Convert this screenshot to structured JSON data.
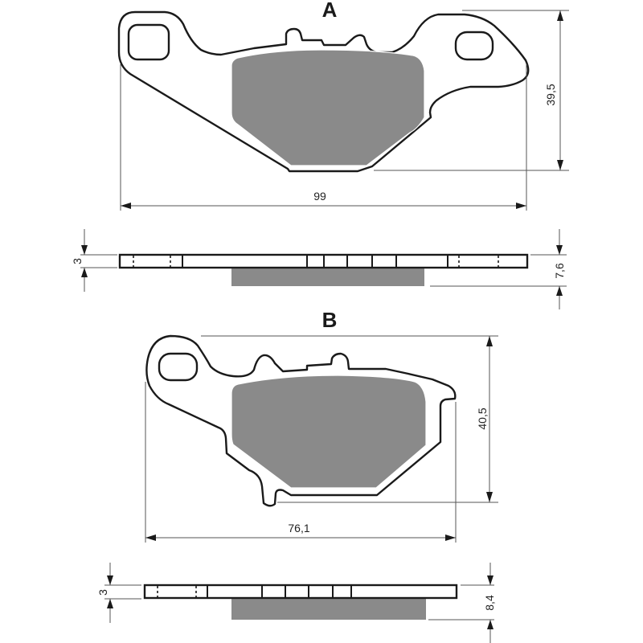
{
  "diagram": {
    "type": "technical-drawing",
    "subject": "brake pad dimensions",
    "colors": {
      "outline": "#1a1a1a",
      "friction": "#8a8a8a",
      "dimension": "#555555",
      "background": "#ffffff"
    },
    "pads": [
      {
        "label": "A",
        "front_view": {
          "width_label": "99",
          "height_label": "39,5"
        },
        "side_view": {
          "backplate_label": "3",
          "total_thickness_label": "7,6"
        }
      },
      {
        "label": "B",
        "front_view": {
          "width_label": "76,1",
          "height_label": "40,5"
        },
        "side_view": {
          "backplate_label": "3",
          "total_thickness_label": "8,4"
        }
      }
    ]
  }
}
